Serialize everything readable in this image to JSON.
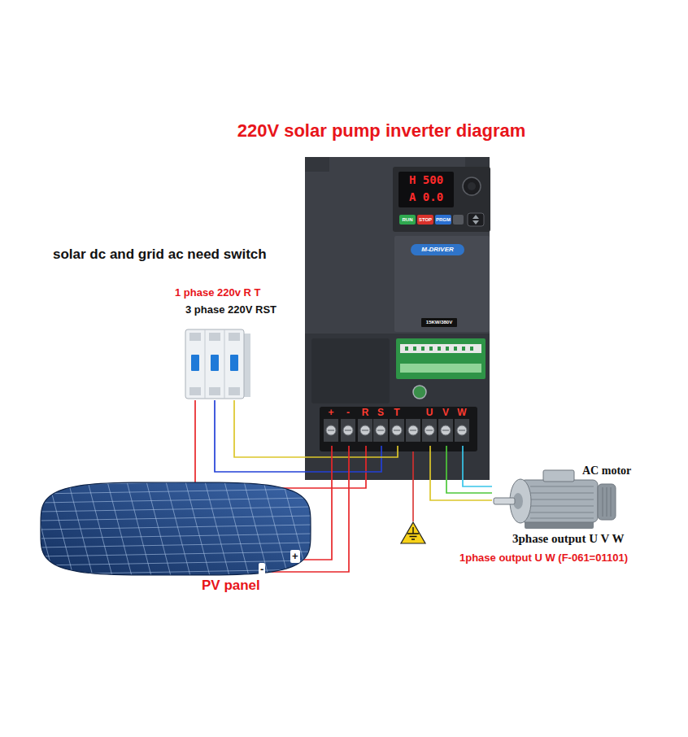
{
  "diagram": {
    "title": "220V solar pump inverter diagram",
    "nodes": [
      {
        "text": [
          "1 phase 220v R T",
          "3 phase 220V RST"
        ]
      },
      {
        "text": [
          "H 500",
          "A 0.0",
          "RUN",
          "STOP",
          "PRGM",
          "M-DRIVER",
          "15KW/380V"
        ]
      },
      {
        "text": [
          "+"
        ],
        "in": 1
      },
      {
        "text": [
          "-"
        ],
        "in": 1
      },
      {
        "text": [
          "R"
        ],
        "in": 1
      },
      {
        "text": [
          "S"
        ],
        "in": 1
      },
      {
        "text": [
          "T"
        ],
        "in": 1
      },
      {
        "text": [
          "U"
        ],
        "in": 1
      },
      {
        "text": [
          "V"
        ],
        "in": 1
      },
      {
        "text": [
          "W"
        ],
        "in": 1
      },
      {
        "text": [
          "PV panel"
        ]
      },
      {
        "text": [
          "AC motor"
        ]
      }
    ],
    "edges": [
      {
        "from": 0,
        "to": 4,
        "arrow": "none"
      },
      {
        "from": 0,
        "to": 5,
        "arrow": "none"
      },
      {
        "from": 0,
        "to": 6,
        "arrow": "none"
      },
      {
        "from": 10,
        "to": 2,
        "arrow": "none"
      },
      {
        "from": 10,
        "to": 3,
        "arrow": "none"
      },
      {
        "from": 7,
        "to": 11,
        "arrow": "none"
      },
      {
        "from": 8,
        "to": 11,
        "arrow": "none"
      },
      {
        "from": 9,
        "to": 11,
        "arrow": "none"
      }
    ],
    "labels": [
      "solar dc and grid ac need switch",
      "+",
      "-",
      "3phase output U V W",
      "1phase output U W (F-061=01101)"
    ]
  }
}
